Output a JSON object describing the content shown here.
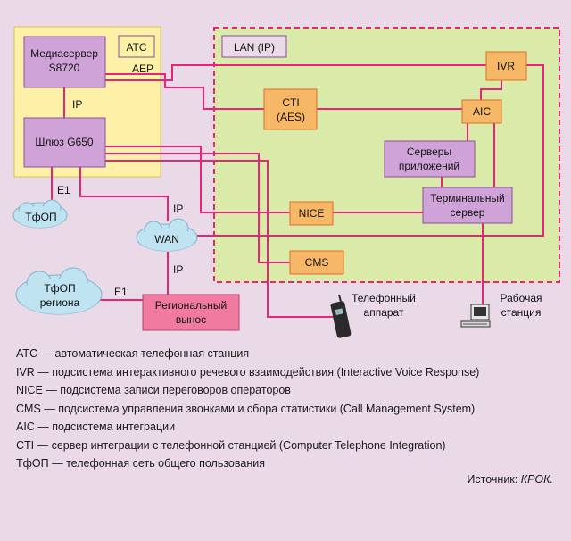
{
  "nodes": {
    "media_server": [
      "Медиасервер",
      "S8720"
    ],
    "ats": "АТС",
    "aep": "AEP",
    "ip_vertical": "IP",
    "gateway": "Шлюз G650",
    "e1_left": "E1",
    "tfop": "ТфОП",
    "ip_wan_top": "IP",
    "wan": "WAN",
    "ip_wan_bottom": "IP",
    "tfop_region": [
      "ТфОП",
      "региона"
    ],
    "e1_region": "E1",
    "regional": [
      "Региональный",
      "вынос"
    ],
    "lan": "LAN (IP)",
    "ivr": "IVR",
    "cti": [
      "CTI",
      "(AES)"
    ],
    "aic": "AIC",
    "app_servers": [
      "Серверы",
      "приложений"
    ],
    "terminal_server": [
      "Терминальный",
      "сервер"
    ],
    "nice": "NICE",
    "cms": "CMS",
    "phone": [
      "Телефонный",
      "аппарат"
    ],
    "workstation": [
      "Рабочая",
      "станция"
    ]
  },
  "legend": [
    "АТС — автоматическая телефонная станция",
    "IVR — подсистема интерактивного речевого взаимодействия (Interactive Voice Response)",
    "NICE — подсистема записи переговоров операторов",
    "CMS — подсистема управления звонками и сбора статистики (Call Management System)",
    "AIC — подсистема интеграции",
    "CTI — сервер интеграции с телефонной станцией (Computer Telephone Integration)",
    "ТфОП — телефонная сеть общего пользования"
  ],
  "source": {
    "prefix": "Источник: ",
    "name": "КРОК."
  },
  "colors": {
    "background": "#ead9e7",
    "ats_zone": "#fdf1a8",
    "lan_zone": "#d9eaa9",
    "lines": "#e8247a"
  }
}
